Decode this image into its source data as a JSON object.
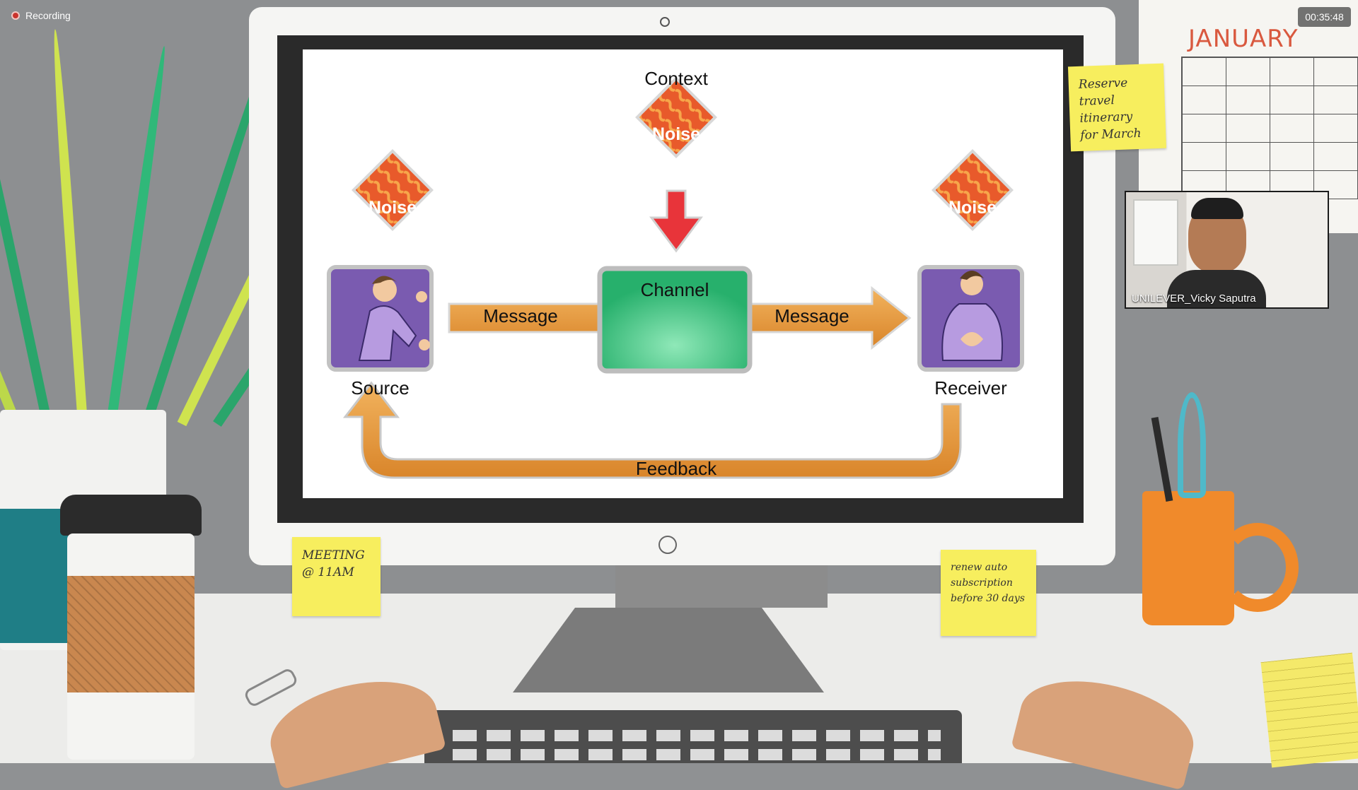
{
  "recording": {
    "icon": "record-dot-icon",
    "label": "Recording"
  },
  "timer": {
    "value": "00:35:48"
  },
  "participant": {
    "name": "UNILEVER_Vicky Saputra"
  },
  "calendar": {
    "month": "JANUARY"
  },
  "sticky_notes": {
    "top_right": [
      "Reserve travel",
      "itinerary",
      "for March"
    ],
    "left": [
      "MEETING",
      "@ 11AM"
    ],
    "right": [
      "renew auto",
      "subscription",
      "before 30 days"
    ]
  },
  "slide": {
    "context_label": "Context",
    "noise_label": "Noise",
    "channel_label": "Channel",
    "message_left": "Message",
    "message_right": "Message",
    "source_label": "Source",
    "receiver_label": "Receiver",
    "feedback_label": "Feedback"
  },
  "colors": {
    "arrow": "#e89b3a",
    "noise": "#e85a2b",
    "channel": "#2fbe79",
    "person_bg": "#7a5bb0",
    "down_arrow": "#e8343a"
  }
}
